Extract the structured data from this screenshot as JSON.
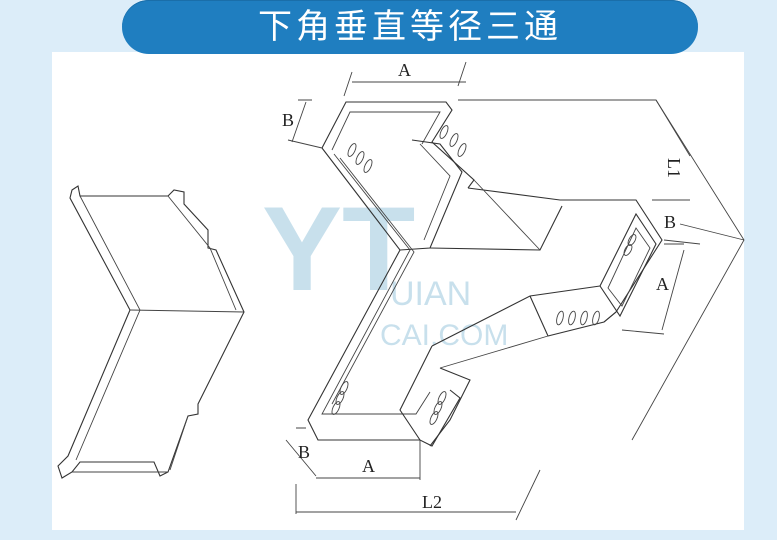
{
  "title": "下角垂直等径三通",
  "dimensions": {
    "a_top": "A",
    "b_top": "B",
    "l1": "L1",
    "b_right": "B",
    "a_right": "A",
    "b_bottom": "B",
    "a_bottom": "A",
    "l2": "L2"
  },
  "watermark": {
    "big": "YT",
    "line1": "UIAN",
    "line2": "CAI.COM"
  },
  "colors": {
    "title_bg": "#1f7ec0",
    "frame_bg": "#dcedf9",
    "paper_bg": "#ffffff"
  }
}
